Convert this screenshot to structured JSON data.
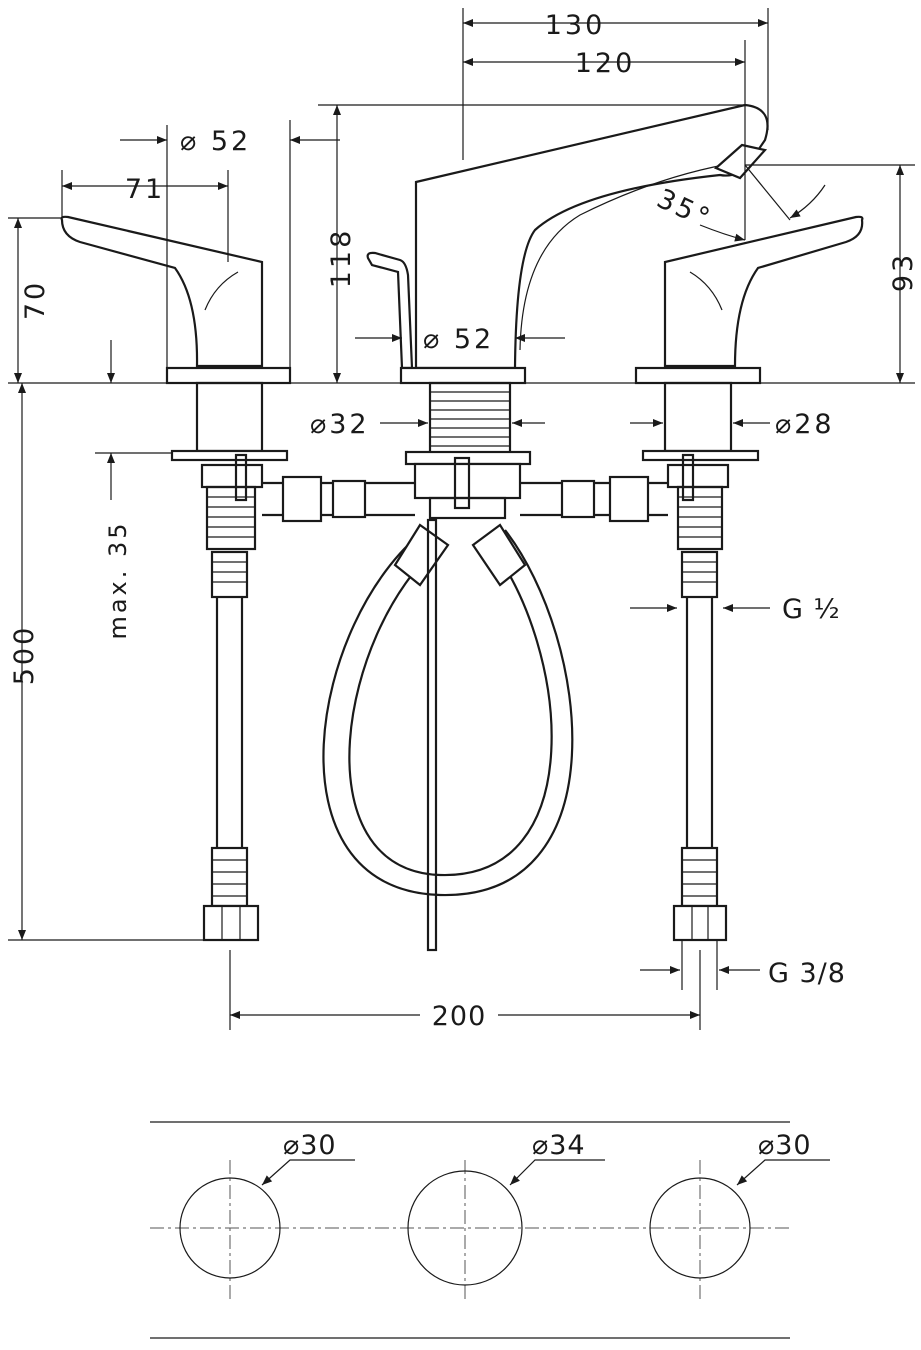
{
  "title": "Three-hole basin mixer technical drawing",
  "dimensions": {
    "spout_reach_total": "130",
    "spout_reach": "120",
    "handle_diameter": "⌀ 52",
    "handle_reach": "71",
    "handle_height": "70",
    "spout_height": "118",
    "spray_angle": "35°",
    "outlet_height": "93",
    "spout_base_diameter": "⌀ 52",
    "spout_shank_diameter": "⌀32",
    "valve_shank_diameter": "⌀28",
    "max_deck_thickness": "max. 35",
    "hose_length": "500",
    "thread_inlet": "G ½",
    "thread_connection": "G 3/8",
    "centre_distance": "200"
  },
  "hole_pattern": {
    "left_hole": "⌀30",
    "center_hole": "⌀34",
    "right_hole": "⌀30"
  }
}
